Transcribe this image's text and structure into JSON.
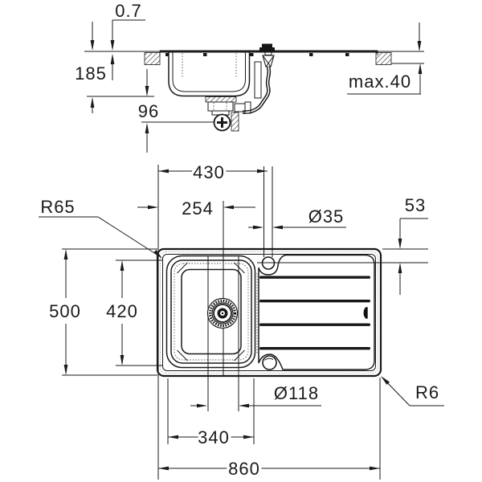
{
  "drawing_title": "sink-technical-drawing",
  "colors": {
    "line": "#1a1a1a",
    "background": "#ffffff"
  },
  "side_view": {
    "labels": {
      "rim_height": "0.7",
      "bowl_depth": "185",
      "drain_clearance": "96",
      "counter_thickness_max": "max.40"
    }
  },
  "plan_view": {
    "labels": {
      "tap_center_offset": "430",
      "drain_center_offset": "254",
      "tap_hole_diameter": "Ø35",
      "tap_edge_distance": "53",
      "bowl_corner_radius": "R65",
      "overall_depth": "500",
      "bowl_inner_depth": "420",
      "drain_diameter": "Ø118",
      "bowl_inner_width": "340",
      "overall_length": "860",
      "outer_corner_radius": "R6"
    }
  }
}
